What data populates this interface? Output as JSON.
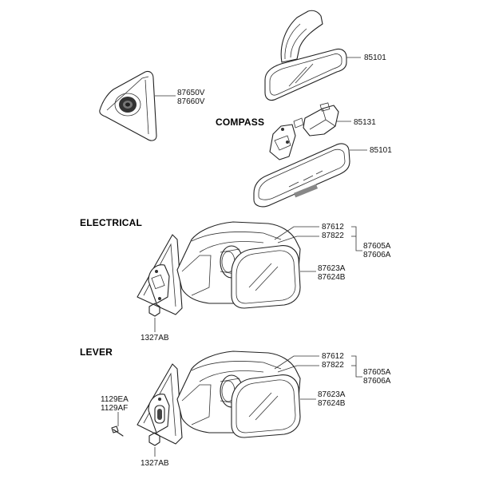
{
  "sections": {
    "compass": "COMPASS",
    "electrical": "ELECTRICAL",
    "lever": "LEVER"
  },
  "parts": {
    "inside_mirror_top": "85101",
    "compass_module": "85131",
    "inside_mirror_compass": "85101",
    "garnish_a": "87650V",
    "garnish_b": "87660V",
    "elec_p1": "87612",
    "elec_p2": "87822",
    "elec_assy_a": "87605A",
    "elec_assy_b": "87606A",
    "elec_glass_a": "87623A",
    "elec_glass_b": "87624B",
    "elec_nut": "1327AB",
    "lever_p1": "87612",
    "lever_p2": "87822",
    "lever_assy_a": "87605A",
    "lever_assy_b": "87606A",
    "lever_glass_a": "87623A",
    "lever_glass_b": "87624B",
    "lever_screw_a": "1129EA",
    "lever_screw_b": "1129AF",
    "lever_nut": "1327AB"
  }
}
